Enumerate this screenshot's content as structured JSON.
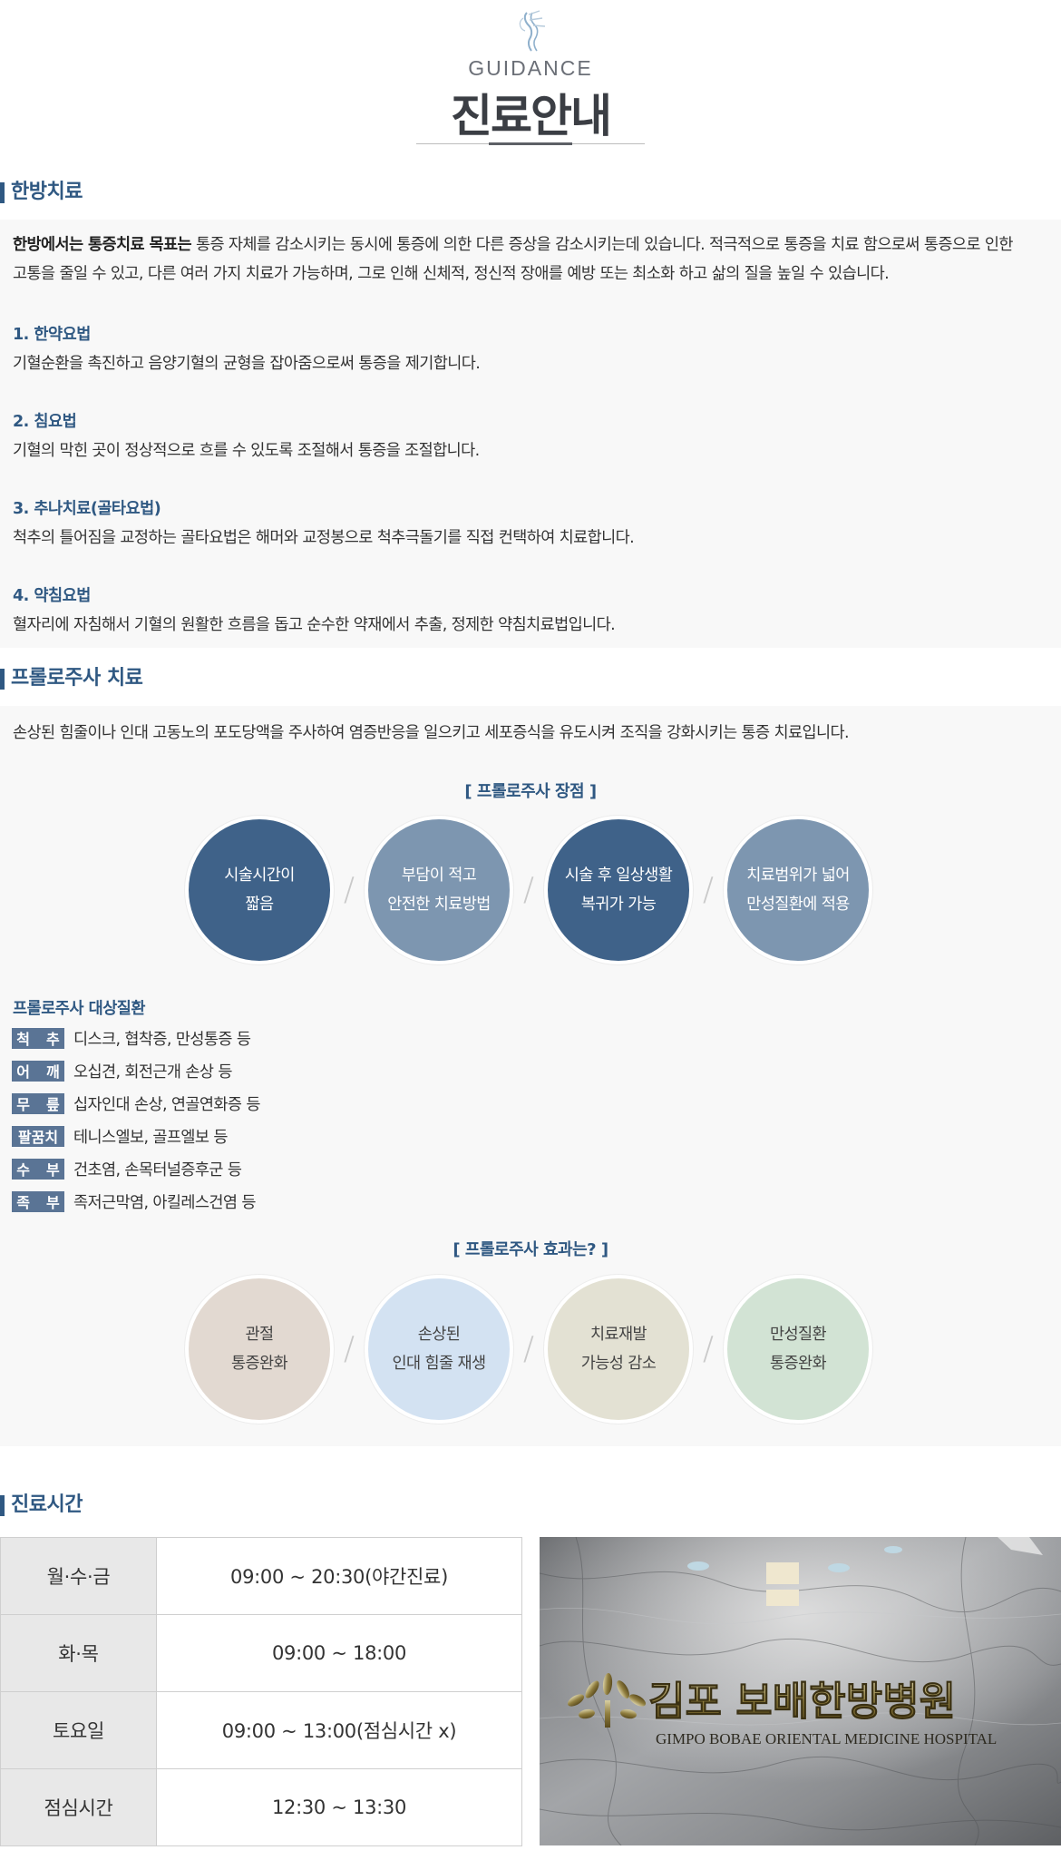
{
  "header": {
    "eng_title": "GUIDANCE",
    "kor_title": "진료안내"
  },
  "sections": {
    "herbal": {
      "title": "한방치료",
      "intro_bold": "한방에서는 통증치료 목표는",
      "intro_line1": " 통증 자체를 감소시키는 동시에 통증에 의한 다른 증상을 감소시키는데 있습니다. 적극적으로 통증을 치료 함으로써 통증으로 인한",
      "intro_line2": "고통을 줄일 수 있고, 다른 여러 가지 치료가 가능하며, 그로 인해 신체적, 정신적 장애를 예방 또는 최소화 하고 삶의 질을 높일 수 있습니다.",
      "items": [
        {
          "heading": "1. 한약요법",
          "text": "기혈순환을 촉진하고 음양기혈의 균형을 잡아줌으로써 통증을 제기합니다."
        },
        {
          "heading": "2. 침요법",
          "text": "기혈의 막힌 곳이 정상적으로 흐를 수 있도록 조절해서 통증을 조절합니다."
        },
        {
          "heading": "3. 추나치료(골타요법)",
          "text": "척추의 틀어짐을 교정하는 골타요법은 해머와 교정봉으로 척추극돌기를 직접 컨택하여 치료합니다."
        },
        {
          "heading": "4. 약침요법",
          "text": "혈자리에 자침해서 기혈의 원활한 흐름을 돕고 순수한 약재에서 추출, 정제한 약침치료법입니다."
        }
      ]
    },
    "prolo": {
      "title": "프롤로주사 치료",
      "intro": "손상된 힘줄이나 인대 고동노의 포도당액을 주사하여 염증반응을 일으키고 세포증식을 유도시켜 조직을 강화시키는 통증 치료입니다.",
      "advantages_title": "[ 프롤로주사 장점 ]",
      "advantages": [
        {
          "line1": "시술시간이",
          "line2": "짧음"
        },
        {
          "line1": "부담이 적고",
          "line2": "안전한 치료방법"
        },
        {
          "line1": "시술 후 일상생활",
          "line2": "복귀가 가능"
        },
        {
          "line1": "치료범위가 넓어",
          "line2": "만성질환에 적용"
        }
      ],
      "diseases_title": "프롤로주사 대상질환",
      "diseases": [
        {
          "tag_a": "척",
          "tag_b": "추",
          "text": "디스크, 협착증, 만성통증 등"
        },
        {
          "tag_a": "어",
          "tag_b": "깨",
          "text": "오십견, 회전근개 손상 등"
        },
        {
          "tag_a": "무",
          "tag_b": "릎",
          "text": "십자인대 손상, 연골연화증 등"
        },
        {
          "tag_a": "팔꿈치",
          "tag_b": "",
          "text": "테니스엘보, 골프엘보 등"
        },
        {
          "tag_a": "수",
          "tag_b": "부",
          "text": "건초염, 손목터널증후군 등"
        },
        {
          "tag_a": "족",
          "tag_b": "부",
          "text": "족저근막염, 아킬레스건염 등"
        }
      ],
      "effects_title": "[ 프롤로주사 효과는? ]",
      "effects": [
        {
          "line1": "관절",
          "line2": "통증완화",
          "color": "#e2d9d1"
        },
        {
          "line1": "손상된",
          "line2": "인대 힘줄 재생",
          "color": "#d3e2f2"
        },
        {
          "line1": "치료재발",
          "line2": "가능성 감소",
          "color": "#e3e1d3"
        },
        {
          "line1": "만성질환",
          "line2": "통증완화",
          "color": "#d2e3d4"
        }
      ]
    },
    "hours": {
      "title": "진료시간",
      "rows": [
        {
          "day": "월·수·금",
          "time": "09:00 ~ 20:30(야간진료)"
        },
        {
          "day": "화·목",
          "time": "09:00 ~ 18:00"
        },
        {
          "day": "토요일",
          "time": "09:00 ~ 13:00(점심시간 x)"
        },
        {
          "day": "점심시간",
          "time": "12:30 ~ 13:30"
        }
      ],
      "sign_kor": "김포 보배한방병원",
      "sign_eng": "GIMPO BOBAE ORIENTAL MEDICINE HOSPITAL"
    }
  },
  "colors": {
    "accent": "#2f5882",
    "circle_dark": "#3f6289",
    "circle_light": "#7d96b0",
    "box_bg": "#f8f8f8"
  }
}
